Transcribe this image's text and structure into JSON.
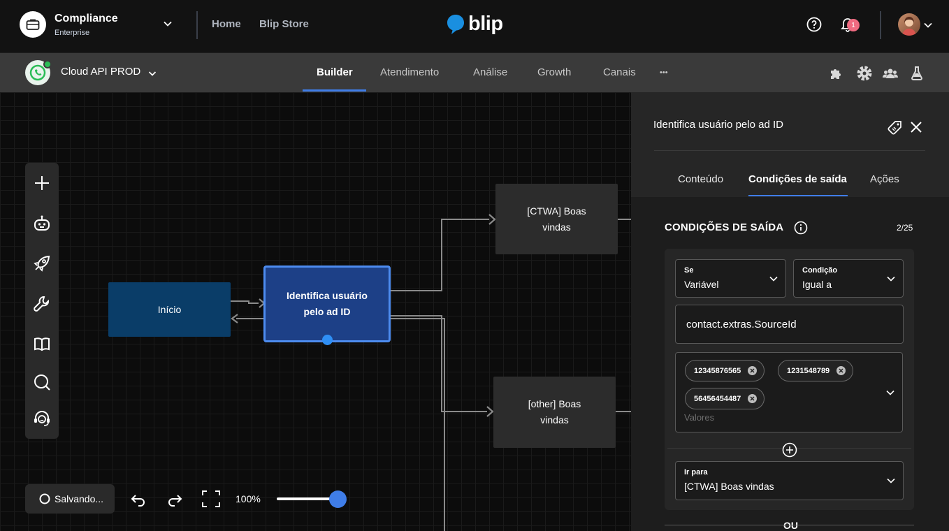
{
  "workspace": {
    "name": "Compliance",
    "plan": "Enterprise"
  },
  "top_links": {
    "home": "Home",
    "store": "Blip Store"
  },
  "logo_text": "blip",
  "notifications_count": "1",
  "bot": {
    "name": "Cloud API PROD"
  },
  "nav": {
    "builder": "Builder",
    "atendimento": "Atendimento",
    "analise": "Análise",
    "growth": "Growth",
    "canais": "Canais",
    "more": "•••"
  },
  "nodes": {
    "start": "Início",
    "main_line1": "Identifica usuário",
    "main_line2": "pelo ad ID",
    "ctwa_line1": "[CTWA] Boas",
    "ctwa_line2": "vindas",
    "other_line1": "[other] Boas",
    "other_line2": "vindas"
  },
  "canvas_controls": {
    "saving": "Salvando...",
    "zoom": "100%",
    "zoom_level_percent": 100
  },
  "panel": {
    "title": "Identifica usuário pelo ad ID",
    "tabs": {
      "conteudo": "Conteúdo",
      "condicoes": "Condições de saída",
      "acoes": "Ações"
    },
    "section_title": "CONDIÇÕES DE SAÍDA",
    "section_count": "2/25",
    "condition": {
      "se_label": "Se",
      "se_value": "Variável",
      "cond_label": "Condição",
      "cond_value": "Igual a",
      "variable": "contact.extras.SourceId",
      "values": [
        "12345876565",
        "1231548789",
        "56456454487"
      ],
      "values_placeholder": "Valores",
      "goto_label": "Ir para",
      "goto_value": "[CTWA] Boas vindas"
    },
    "or_text": "OU"
  },
  "colors": {
    "accent": "#3f7de8",
    "node_main": "#1d4087",
    "node_start": "#0a3d68",
    "badge": "#f06b81"
  }
}
